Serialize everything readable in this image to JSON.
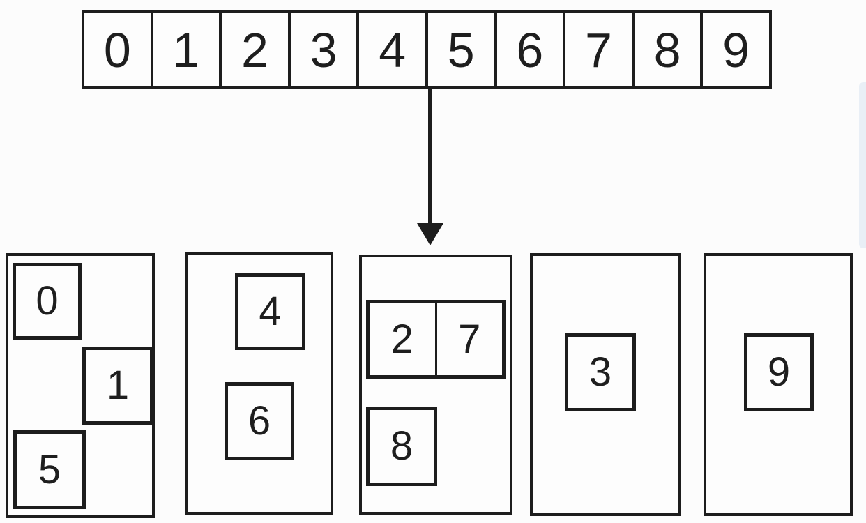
{
  "array": {
    "cells": [
      "0",
      "1",
      "2",
      "3",
      "4",
      "5",
      "6",
      "7",
      "8",
      "9"
    ]
  },
  "arrow": {
    "direction": "down",
    "from_between_cells": [
      "4",
      "5"
    ]
  },
  "buckets": [
    {
      "items": [
        "0",
        "1",
        "5"
      ]
    },
    {
      "items": [
        "4",
        "6"
      ]
    },
    {
      "pair": [
        "2",
        "7"
      ],
      "items": [
        "8"
      ]
    },
    {
      "items": [
        "3"
      ]
    },
    {
      "items": [
        "9"
      ]
    }
  ],
  "colors": {
    "line": "#1d1d1d",
    "background": "#fcfcfc",
    "edge_artifact": "#e9eff6"
  }
}
